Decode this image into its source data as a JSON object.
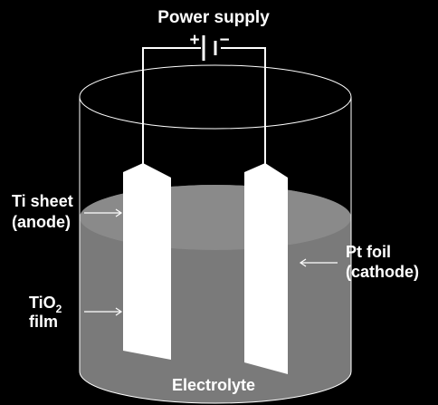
{
  "title": "Power supply",
  "polarity": {
    "positive": "+",
    "negative": "−"
  },
  "labels": {
    "anode_line1": "Ti sheet",
    "anode_line2": "(anode)",
    "film_main": "TiO",
    "film_subscript": "2",
    "film_line2": "film",
    "cathode_line1": "Pt foil",
    "cathode_line2": "(cathode)",
    "electrolyte": "Electrolyte"
  },
  "colors": {
    "background": "#000000",
    "electrolyte": "#7a7a7a",
    "electrode": "#ffffff",
    "wire": "#ffffff",
    "text": "#ffffff"
  }
}
